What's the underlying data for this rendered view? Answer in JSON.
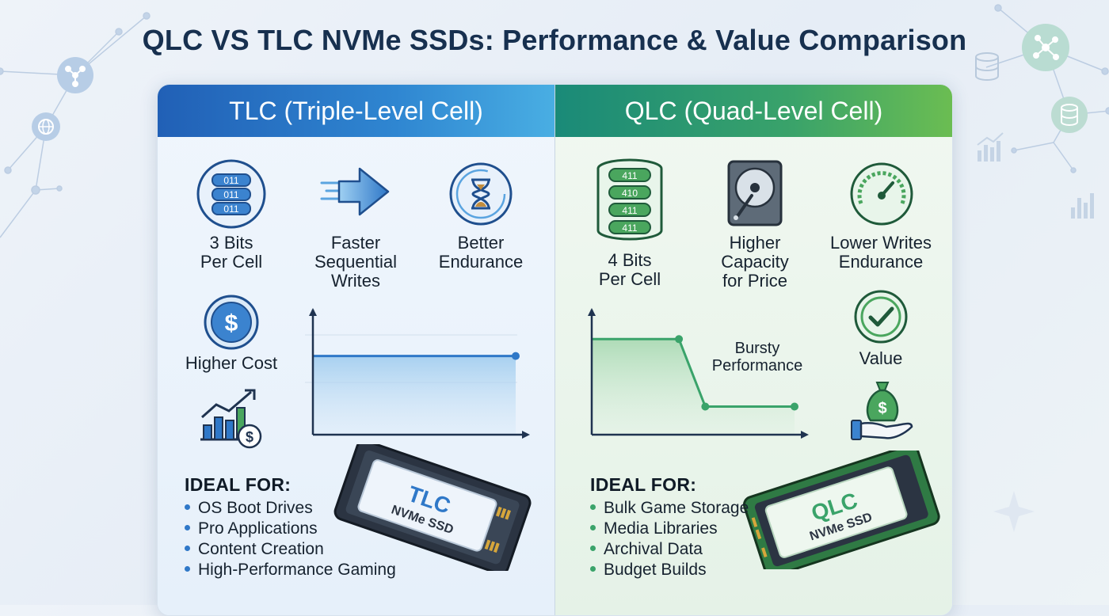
{
  "title": "QLC VS TLC NVMe SSDs: Performance & Value Comparison",
  "colors": {
    "tlc_accent": "#2f78c8",
    "qlc_accent": "#3aa36a",
    "title": "#17304f"
  },
  "tlc": {
    "header": "TLC (Triple-Level Cell)",
    "bits_icon_labels": [
      "011",
      "011",
      "011"
    ],
    "features": {
      "bits": [
        "3 Bits",
        "Per Cell"
      ],
      "speed": [
        "Faster",
        "Sequential",
        "Writes"
      ],
      "endurance": [
        "Better",
        "Endurance"
      ],
      "cost": "Higher Cost"
    },
    "ssd_label": [
      "TLC",
      "NVMe SSD"
    ],
    "ideal_title": "IDEAL FOR:",
    "ideal_items": [
      "OS Boot Drives",
      "Pro Applications",
      "Content Creation",
      "High-Performance Gaming"
    ],
    "icons": [
      "stacked-cells-icon",
      "arrow-speed-icon",
      "hourglass-icon",
      "dollar-coin-icon",
      "growth-chart-icon"
    ]
  },
  "qlc": {
    "header": "QLC (Quad-Level Cell)",
    "bits_icon_labels": [
      "411",
      "410",
      "411",
      "411"
    ],
    "features": {
      "bits": [
        "4 Bits",
        "Per Cell"
      ],
      "capacity": [
        "Higher",
        "Capacity",
        "for Price"
      ],
      "endurance": [
        "Lower Writes",
        "Endurance"
      ],
      "value": "Value",
      "chart": [
        "Bursty",
        "Performance"
      ]
    },
    "ssd_label": [
      "QLC",
      "NVMe SSD"
    ],
    "ideal_title": "IDEAL FOR:",
    "ideal_items": [
      "Bulk Game Storage",
      "Media Libraries",
      "Archival Data",
      "Budget Builds"
    ],
    "icons": [
      "stacked-cells-icon",
      "hard-drive-icon",
      "gauge-icon",
      "checkmark-icon",
      "money-bag-hand-icon"
    ]
  },
  "chart_data": [
    {
      "type": "line",
      "series": [
        {
          "values": [
            0.7,
            0.7
          ]
        }
      ],
      "shape": "flat sustained"
    },
    {
      "type": "line",
      "series": [
        {
          "values": [
            0.85,
            0.85,
            0.25,
            0.25
          ]
        }
      ],
      "shape": "burst then drop"
    }
  ]
}
